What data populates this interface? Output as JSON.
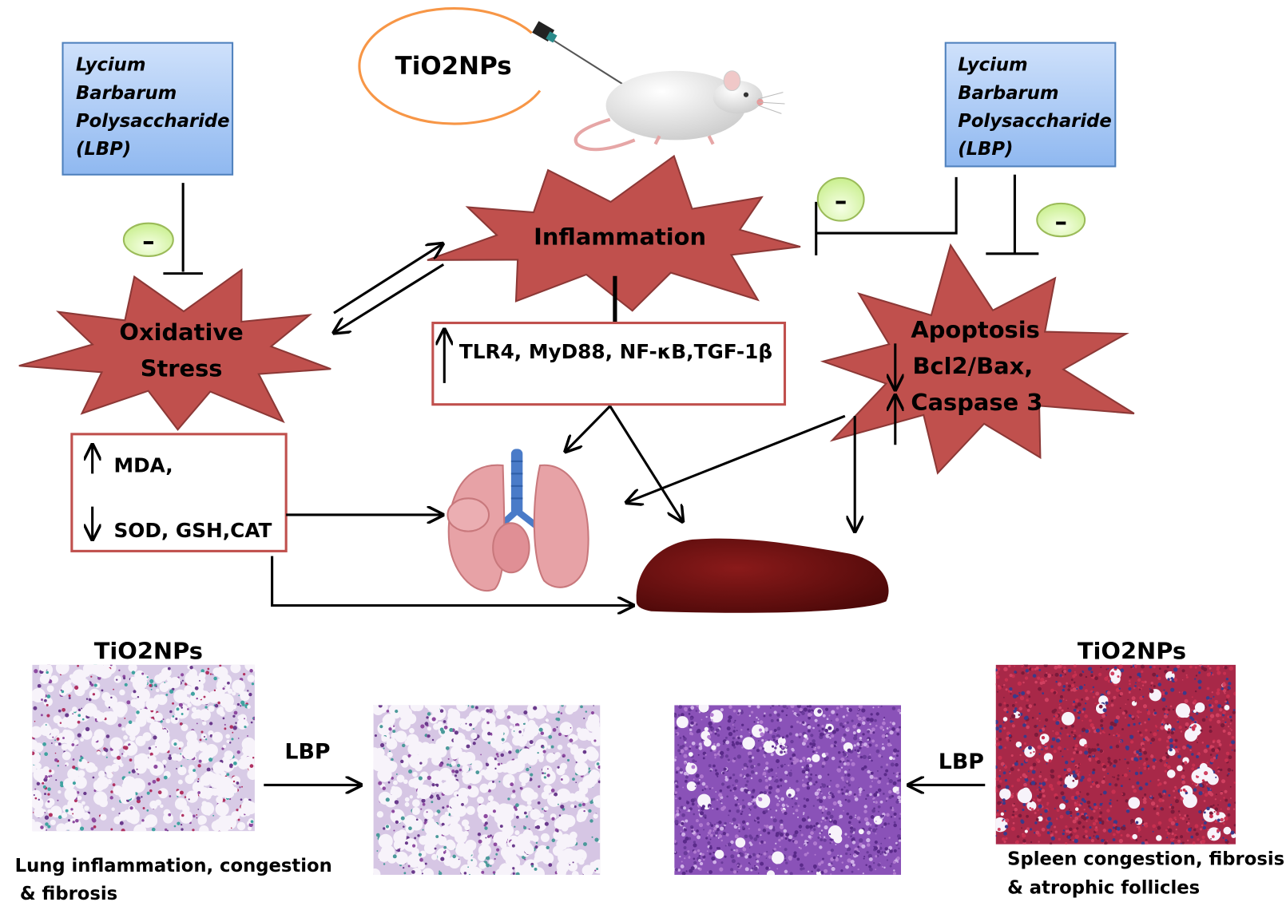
{
  "colors": {
    "starburst_fill": "#c0504d",
    "starburst_stroke": "#8c3836",
    "box_border": "#c0504d",
    "lbp_box_fill": "#a6c8f5",
    "lbp_box_border": "#4f81bd",
    "inhibit_badge": "#d8f5a8",
    "ring": "#f79646"
  },
  "top": {
    "tio2_label": "TiO2NPs"
  },
  "lbp_left": {
    "lines": [
      "Lycium",
      "Barbarum",
      "Polysaccharide",
      "(LBP)"
    ]
  },
  "lbp_right": {
    "lines": [
      "Lycium",
      "Barbarum",
      "Polysaccharide",
      "(LBP)"
    ]
  },
  "inhibit_symbol": "–",
  "nodes": {
    "oxidative": {
      "line1": "Oxidative",
      "line2": "Stress"
    },
    "inflammation": {
      "label": "Inflammation"
    },
    "apoptosis": {
      "line1": "Apoptosis",
      "line2": "Bcl2/Bax,",
      "line3": "Caspase 3"
    }
  },
  "markers": {
    "inflammation_box": "TLR4, MyD88, NF-κB,TGF-1β",
    "oxidative_up": "MDA,",
    "oxidative_down": "SOD, GSH,CAT"
  },
  "histology": {
    "lung_title": "TiO2NPs",
    "lung_lbp": "LBP",
    "lung_caption1": "Lung inflammation, congestion",
    "lung_caption2": "& fibrosis",
    "spleen_title": "TiO2NPs",
    "spleen_lbp": "LBP",
    "spleen_caption1": "Spleen  congestion, fibrosis",
    "spleen_caption2": "& atrophic follicles"
  }
}
